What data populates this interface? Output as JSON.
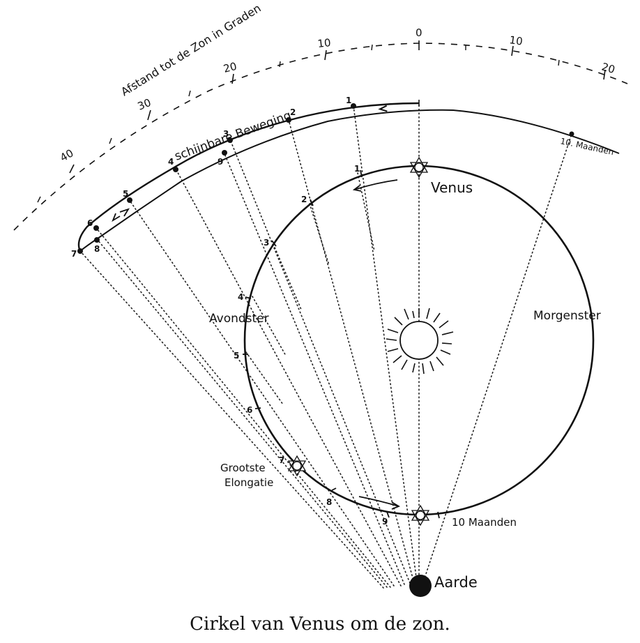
{
  "scale": {
    "title": "Afstand tot de Zon  in Graden",
    "ticks": [
      "40",
      "30",
      "20",
      "10",
      "0",
      "10",
      "20"
    ]
  },
  "path": {
    "label": "schijnbare Beweging",
    "points": [
      "1",
      "2",
      "3",
      "4",
      "5",
      "6",
      "7",
      "8",
      "9"
    ],
    "end_label": "10. Maanden"
  },
  "orbit": {
    "points": [
      "1",
      "2",
      "3",
      "4",
      "5",
      "6",
      "7",
      "8",
      "9"
    ],
    "venus_label": "Venus",
    "evening_label": "Avondster",
    "morning_label": "Morgenster",
    "elongation_label_1": "Grootste",
    "elongation_label_2": "Elongatie",
    "months_label": "10 Maanden"
  },
  "earth_label": "Aarde",
  "caption": "Cirkel van Venus om de zon."
}
